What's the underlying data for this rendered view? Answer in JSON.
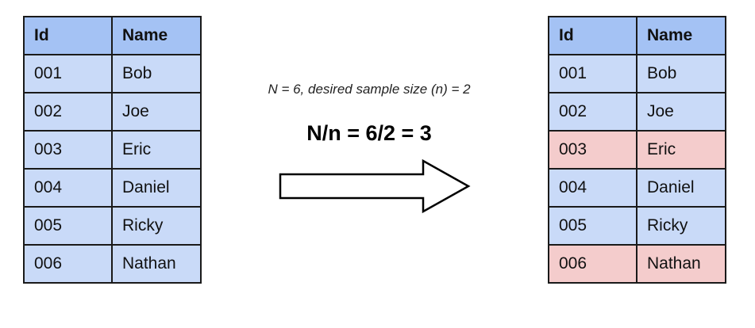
{
  "left_table": {
    "headers": [
      "Id",
      "Name"
    ],
    "rows": [
      {
        "id": "001",
        "name": "Bob"
      },
      {
        "id": "002",
        "name": "Joe"
      },
      {
        "id": "003",
        "name": "Eric"
      },
      {
        "id": "004",
        "name": "Daniel"
      },
      {
        "id": "005",
        "name": "Ricky"
      },
      {
        "id": "006",
        "name": "Nathan"
      }
    ]
  },
  "right_table": {
    "headers": [
      "Id",
      "Name"
    ],
    "rows": [
      {
        "id": "001",
        "name": "Bob",
        "selected": false
      },
      {
        "id": "002",
        "name": "Joe",
        "selected": false
      },
      {
        "id": "003",
        "name": "Eric",
        "selected": true
      },
      {
        "id": "004",
        "name": "Daniel",
        "selected": false
      },
      {
        "id": "005",
        "name": "Ricky",
        "selected": false
      },
      {
        "id": "006",
        "name": "Nathan",
        "selected": true
      }
    ]
  },
  "note": "N = 6, desired sample size (n) = 2",
  "formula": "N/n = 6/2 = 3",
  "colors": {
    "header": "#a4c2f4",
    "cell": "#c9daf8",
    "selected": "#f4cccc",
    "border": "#1a1a1a"
  },
  "icons": {
    "arrow": "right-arrow-icon"
  }
}
